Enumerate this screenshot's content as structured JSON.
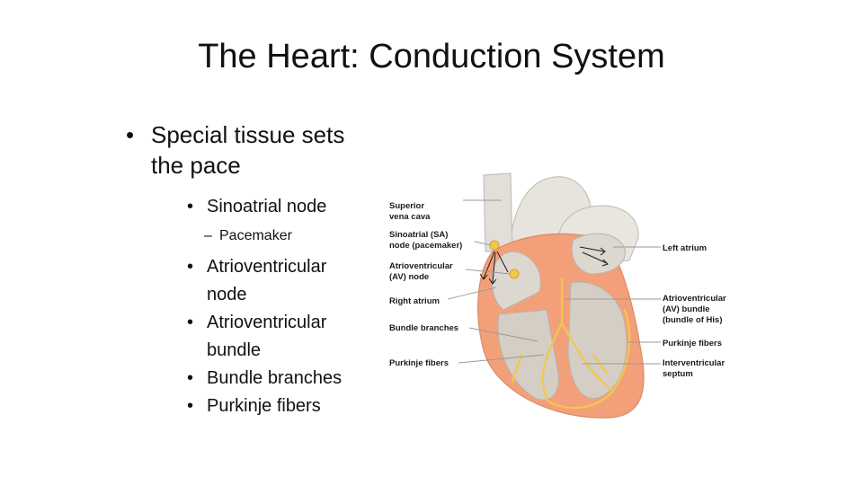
{
  "slide": {
    "title": "The Heart: Conduction System",
    "bullet": {
      "line1": "Special tissue sets",
      "line2": "the pace"
    },
    "subbullets": {
      "sa_node": "Sinoatrial node",
      "pacemaker": "Pacemaker",
      "av_node_line1": "Atrioventricular",
      "av_node_line2": "node",
      "av_bundle_line1": "Atrioventricular",
      "av_bundle_line2": "bundle",
      "bundle_branches": "Bundle branches",
      "purkinje": "Purkinje fibers"
    }
  },
  "diagram": {
    "left_labels": {
      "svc_1": "Superior",
      "svc_2": "vena cava",
      "sa_1": "Sinoatrial (SA)",
      "sa_2": "node (pacemaker)",
      "av_1": "Atrioventricular",
      "av_2": "(AV) node",
      "right_atrium": "Right atrium",
      "bundle_branches": "Bundle branches",
      "purkinje": "Purkinje fibers"
    },
    "right_labels": {
      "left_atrium": "Left atrium",
      "bundle_1": "Atrioventricular",
      "bundle_2": "(AV) bundle",
      "bundle_3": "(bundle of His)",
      "purkinje": "Purkinje fibers",
      "septum_1": "Interventricular",
      "septum_2": "septum"
    },
    "colors": {
      "myocardium": "#f3a07a",
      "tissue": "#d9d4cc",
      "conduction": "#f2c84b",
      "outline": "#b9b4ad"
    }
  }
}
